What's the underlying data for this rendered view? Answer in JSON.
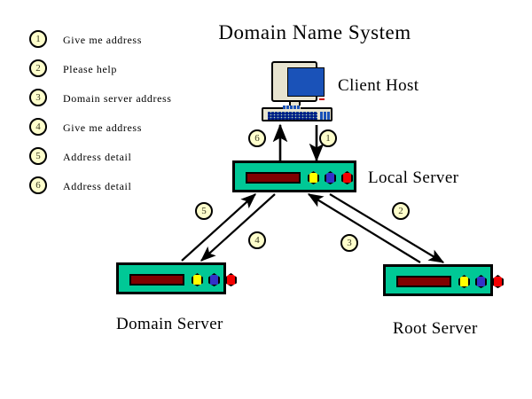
{
  "title": "Domain Name System",
  "legend": {
    "items": [
      {
        "num": "1",
        "label": "Give me address"
      },
      {
        "num": "2",
        "label": "Please help"
      },
      {
        "num": "3",
        "label": "Domain server address"
      },
      {
        "num": "4",
        "label": "Give me address"
      },
      {
        "num": "5",
        "label": "Address detail"
      },
      {
        "num": "6",
        "label": "Address detail"
      }
    ]
  },
  "nodes": {
    "client_host": {
      "label": "Client Host",
      "icon": "desktop-computer-icon"
    },
    "local_server": {
      "label": "Local Server",
      "icon": "server-icon"
    },
    "domain_server": {
      "label": "Domain Server",
      "icon": "server-icon"
    },
    "root_server": {
      "label": "Root Server",
      "icon": "server-icon"
    }
  },
  "arrows": [
    {
      "num": "1",
      "from": "client_host",
      "to": "local_server",
      "meaning": "Give me address"
    },
    {
      "num": "2",
      "from": "local_server",
      "to": "root_server",
      "meaning": "Please help"
    },
    {
      "num": "3",
      "from": "root_server",
      "to": "local_server",
      "meaning": "Domain server address"
    },
    {
      "num": "4",
      "from": "local_server",
      "to": "domain_server",
      "meaning": "Give me address"
    },
    {
      "num": "5",
      "from": "domain_server",
      "to": "local_server",
      "meaning": "Address detail"
    },
    {
      "num": "6",
      "from": "local_server",
      "to": "client_host",
      "meaning": "Address detail"
    }
  ],
  "server_lights": [
    "yellow",
    "blue",
    "red"
  ],
  "colors": {
    "server_body": "#00c896",
    "server_slot": "#800000",
    "badge_fill": "#ffffcc",
    "monitor_screen": "#1a52b8",
    "monitor_case": "#e8e4d0",
    "light_yellow": "#ffff00",
    "light_blue": "#3232c8",
    "light_red": "#f40000",
    "stroke": "#000000",
    "background": "#ffffff"
  }
}
